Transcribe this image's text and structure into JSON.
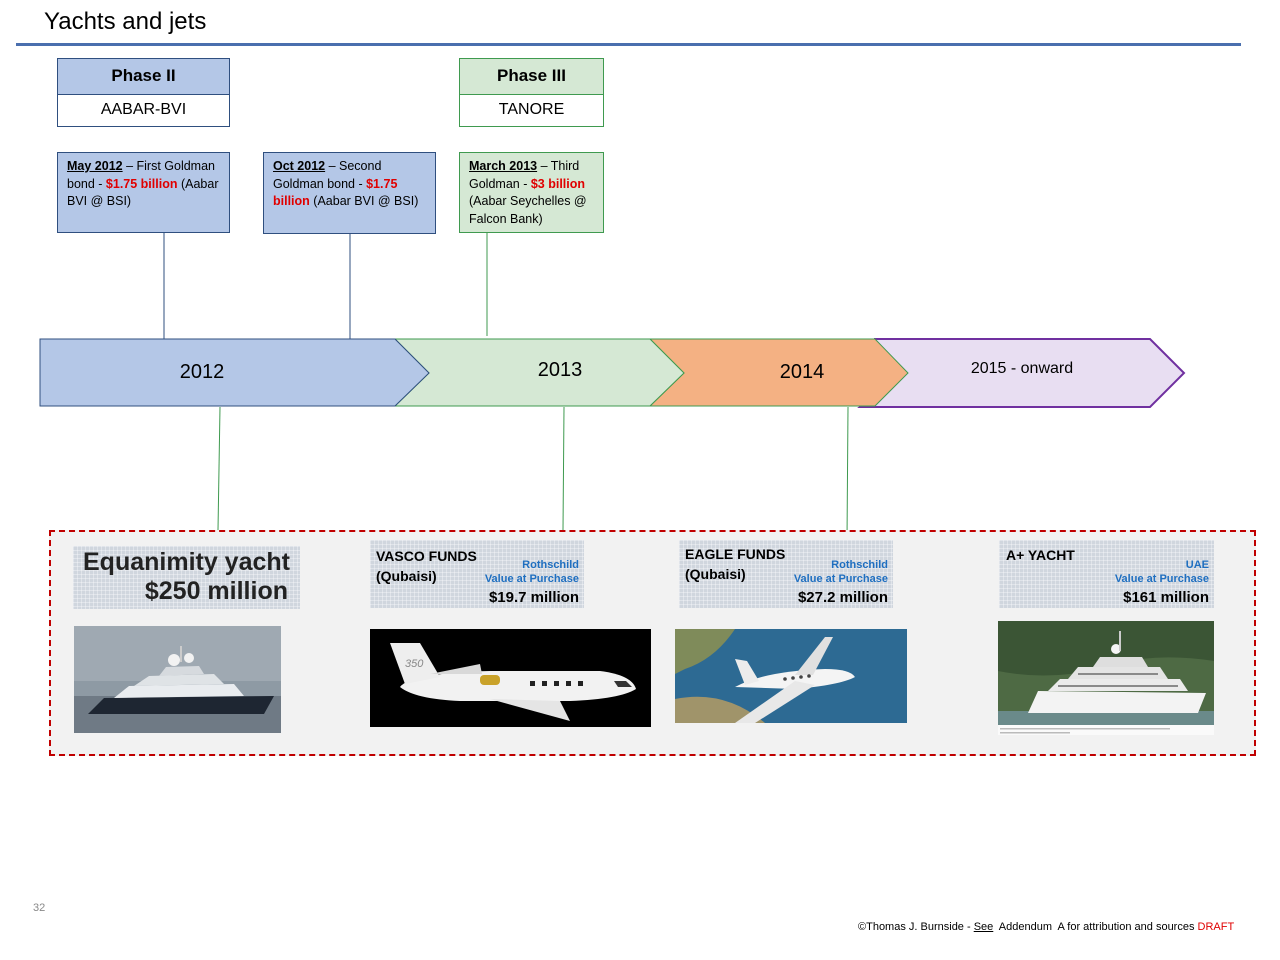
{
  "slide": {
    "title": "Yachts and jets",
    "page_number": "32",
    "footer": {
      "prefix": "©Thomas J. Burnside - ",
      "see": "See",
      "middle": "  Addendum  A for attribution and sources ",
      "draft": "DRAFT"
    }
  },
  "phases": [
    {
      "heading": "Phase II",
      "name": "AABAR-BVI"
    },
    {
      "heading": "Phase III",
      "name": "TANORE"
    }
  ],
  "events": [
    {
      "date": "May 2012",
      "pre": " – First Goldman bond - ",
      "amount": "$1.75 billion",
      "post": " (Aabar BVI @ BSI)"
    },
    {
      "date": "Oct 2012",
      "pre": " – Second Goldman bond - ",
      "amount": "$1.75 billion",
      "post": " (Aabar BVI @ BSI)"
    },
    {
      "date": "March 2013",
      "pre": " – Third Goldman - ",
      "amount": "$3  billion",
      "post": " (Aabar Seychelles @ Falcon Bank)"
    }
  ],
  "timeline": [
    "2012",
    "2013",
    "2014",
    "2015 - onward"
  ],
  "assets": [
    {
      "title_line1": "Equanimity yacht",
      "title_line2": "$250 million"
    },
    {
      "name_line1": "VASCO FUNDS",
      "name_line2": "(Qubaisi)",
      "source": "Rothschild",
      "value_label": "Value at Purchase",
      "value": "$19.7 million"
    },
    {
      "name_line1": "EAGLE FUNDS",
      "name_line2": "(Qubaisi)",
      "source": "Rothschild",
      "value_label": "Value at Purchase",
      "value": "$27.2 million"
    },
    {
      "name_line1": "A+ YACHT",
      "source": "UAE",
      "value_label": "Value at Purchase",
      "value": "$161 million"
    }
  ],
  "colors": {
    "blue": "#b4c7e7",
    "green": "#d5e8d4",
    "orange": "#f4b183",
    "lavender": "#e8def2",
    "amount_red": "#e00000",
    "source_blue": "#1f6fc0",
    "dashed_border": "#c00000"
  },
  "icons": [
    "yacht-photo",
    "business-jet-photo",
    "gulfstream-jet-photo",
    "superyacht-photo"
  ]
}
